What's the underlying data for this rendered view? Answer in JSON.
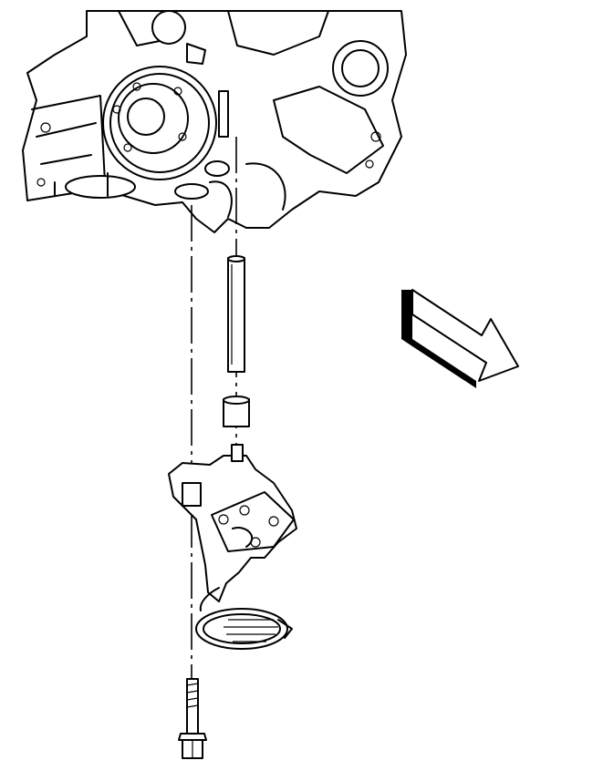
{
  "diagram": {
    "kind": "exploded-view line drawing",
    "line_color": "#000000",
    "background_color": "#ffffff",
    "components": [
      "engine-block",
      "crankshaft-pulley",
      "pump-drive-shaft",
      "shaft-bushing",
      "oil-pump",
      "oil-pump-screen",
      "oil-pump-bolt"
    ],
    "direction_indicator": "front-arrow-icon"
  }
}
